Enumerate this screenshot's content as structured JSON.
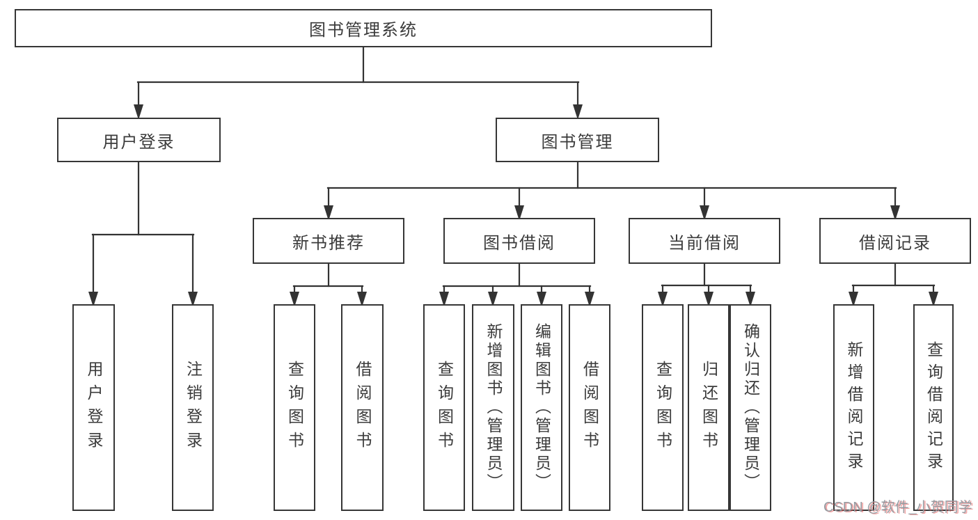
{
  "nodes": {
    "root": "图书管理系统",
    "user_login": "用户登录",
    "book_management": "图书管理",
    "new_book_recommend": "新书推荐",
    "book_borrowing": "图书借阅",
    "current_borrowing": "当前借阅",
    "borrowing_records": "借阅记录",
    "user_login_leaf": "用户登录",
    "logout_leaf": "注销登录",
    "recommend_query_books": "查询图书",
    "recommend_borrow_books": "借阅图书",
    "borrowing_query_books": "查询图书",
    "borrowing_add_books": "新增图书（管理员）",
    "borrowing_edit_books": "编辑图书（管理员）",
    "borrowing_borrow_books": "借阅图书",
    "current_query_books": "查询图书",
    "current_return_books": "归还图书",
    "current_confirm_return": "确认归还（管理员）",
    "records_add_record": "新增借阅记录",
    "records_query_record": "查询借阅记录"
  },
  "hierarchy": {
    "图书管理系统": {
      "用户登录": [
        "用户登录",
        "注销登录"
      ],
      "图书管理": {
        "新书推荐": [
          "查询图书",
          "借阅图书"
        ],
        "图书借阅": [
          "查询图书",
          "新增图书（管理员）",
          "编辑图书（管理员）",
          "借阅图书"
        ],
        "当前借阅": [
          "查询图书",
          "归还图书",
          "确认归还（管理员）"
        ],
        "借阅记录": [
          "新增借阅记录",
          "查询借阅记录"
        ]
      }
    }
  },
  "watermark": {
    "text": "CSDN @软件_小贺同学"
  },
  "colors": {
    "line": "#333333",
    "box_border": "#363636",
    "text": "#3b3b3b",
    "background": "#ffffff",
    "watermark_gray": "#979ba1",
    "watermark_red": "#e85c5c"
  }
}
